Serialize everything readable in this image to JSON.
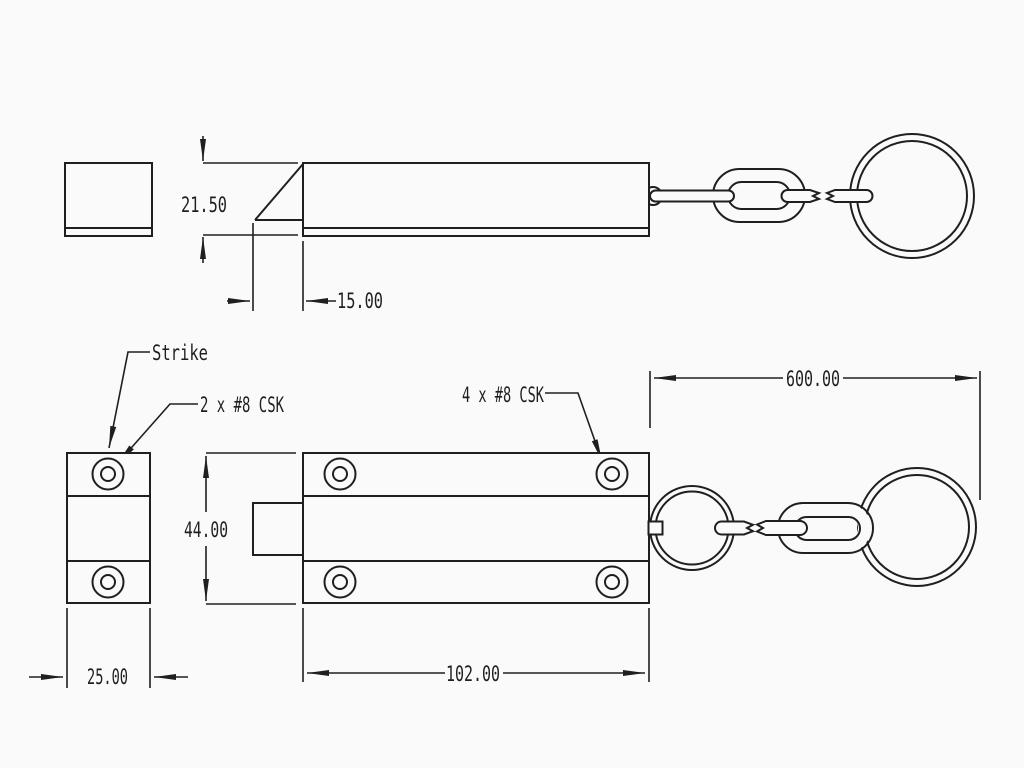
{
  "drawing": {
    "type": "engineering-drawing",
    "subject": "slide bolt with strike plate and chain",
    "colors": {
      "background": "#fafafa",
      "line": "#1f1f1f"
    },
    "labels": {
      "strike": "Strike",
      "strike_screws": "2 x #8 CSK",
      "plate_screws": "4 x #8 CSK"
    },
    "dimensions": {
      "bolt_height": "21.50",
      "bolt_nose_length": "15.00",
      "plate_height": "44.00",
      "plate_length": "102.00",
      "strike_width": "25.00",
      "chain_length": "600.00"
    }
  }
}
